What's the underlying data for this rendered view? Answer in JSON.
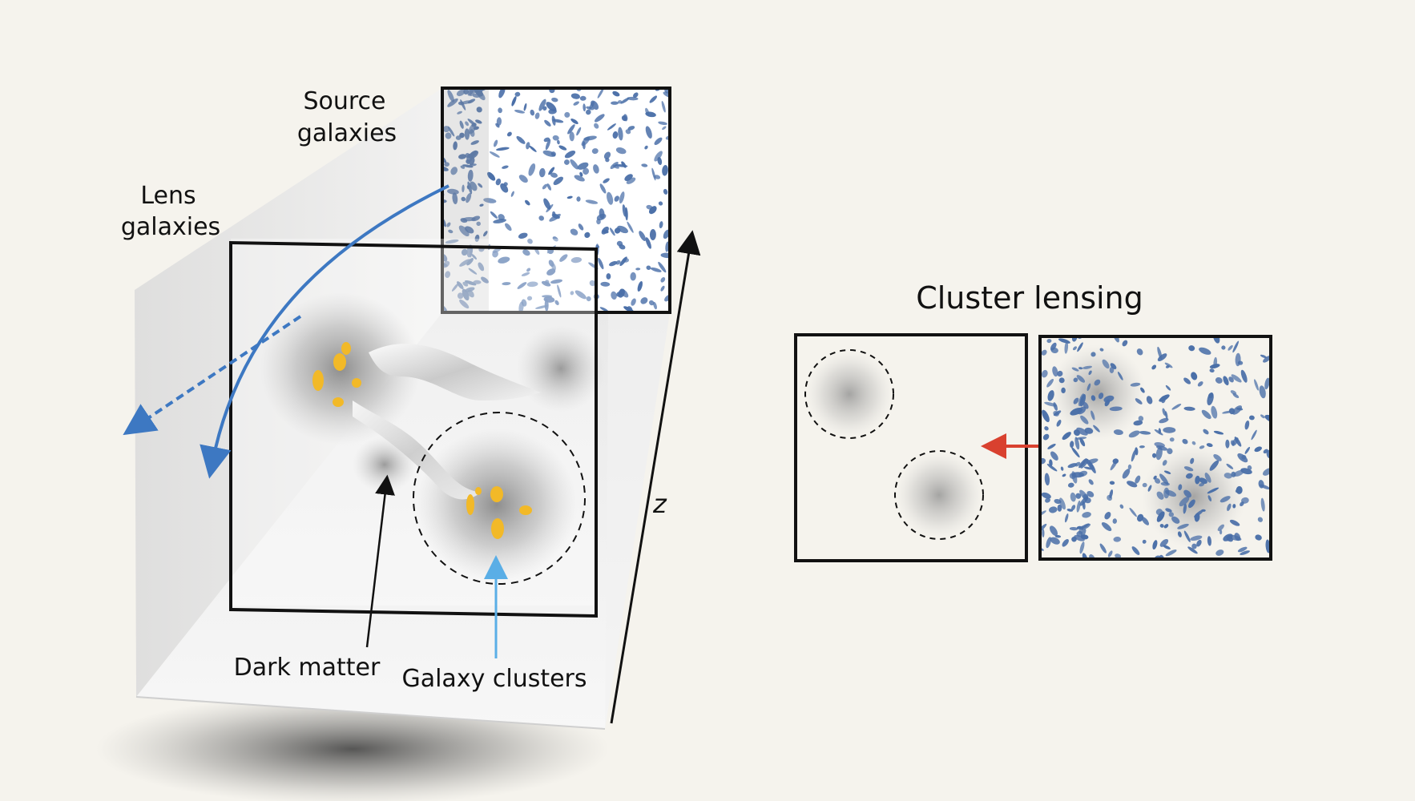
{
  "labels": {
    "source_galaxies_line1": "Source",
    "source_galaxies_line2": "galaxies",
    "lens_galaxies_line1": "Lens",
    "lens_galaxies_line2": "galaxies",
    "dark_matter": "Dark matter",
    "galaxy_clusters": "Galaxy clusters",
    "redshift_axis": "z",
    "cluster_lensing_title": "Cluster lensing"
  },
  "colors": {
    "background": "#f5f3ed",
    "source_galaxy_blue": "#4a6fa8",
    "light_ray_blue": "#3d78c2",
    "lens_galaxy_yellow": "#f2b928",
    "cluster_arrow_light_blue": "#5aaee6",
    "comparison_arrow_red": "#d9412f",
    "frame_black": "#111111"
  }
}
